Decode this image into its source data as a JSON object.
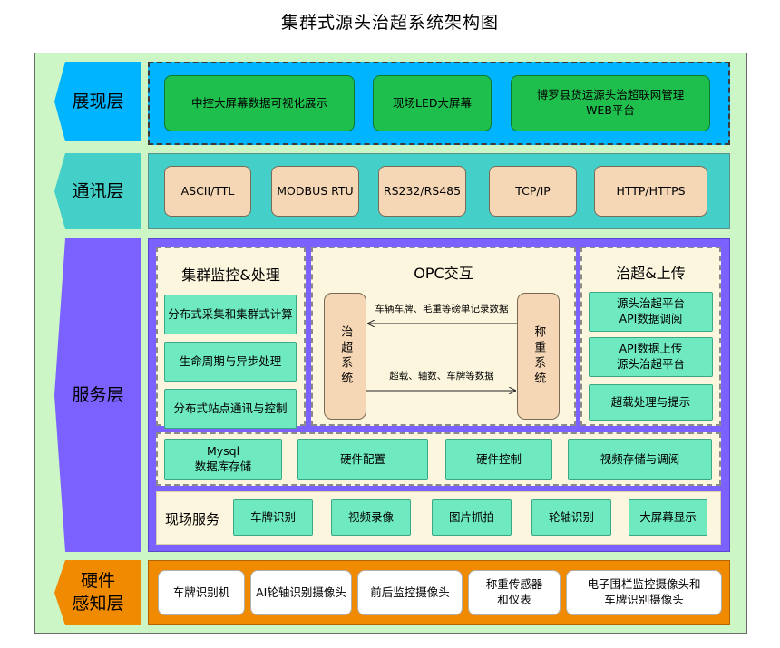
{
  "title": "集群式源头治超系统架构图",
  "layers": {
    "presentation": {
      "label": "展现层",
      "items": [
        "中控大屏幕数据可视化展示",
        "现场LED大屏幕",
        "博罗县货运源头治超联网管理\nWEB平台"
      ]
    },
    "communication": {
      "label": "通讯层",
      "items": [
        "ASCII/TTL",
        "MODBUS RTU",
        "RS232/RS485",
        "TCP/IP",
        "HTTP/HTTPS"
      ]
    },
    "service": {
      "label": "服务层",
      "cluster": {
        "title": "集群监控&处理",
        "items": [
          "分布式采集和集群式计算",
          "生命周期与异步处理",
          "分布式站点通讯与控制"
        ]
      },
      "opc": {
        "title": "OPC交互",
        "left_system": "治超系统",
        "right_system": "称重系统",
        "arrow_top": "车辆车牌、毛重等磅单记录数据",
        "arrow_bottom": "超载、轴数、车牌等数据"
      },
      "upload": {
        "title": "治超&上传",
        "items": [
          "源头治超平台\nAPI数据调阅",
          "API数据上传\n源头治超平台",
          "超载处理与提示"
        ]
      },
      "infra": [
        "Mysql\n数据库存储",
        "硬件配置",
        "硬件控制",
        "视频存储与调阅"
      ],
      "onsite": {
        "label": "现场服务",
        "items": [
          "车牌识别",
          "视频录像",
          "图片抓拍",
          "轮轴识别",
          "大屏幕显示"
        ]
      }
    },
    "hardware": {
      "label": "硬件\n感知层",
      "items": [
        "车牌识别机",
        "AI轮轴识别摄像头",
        "前后监控摄像头",
        "称重传感器\n和仪表",
        "电子围栏监控摄像头和\n车牌识别摄像头"
      ]
    }
  },
  "colors": {
    "background": "#cdf6c7",
    "presentation": "#00b4ff",
    "communication": "#44cfc9",
    "service": "#7b61ff",
    "hardware": "#f08a00",
    "green_box": "#1fbf4e",
    "tan_box": "#f5d7b6",
    "mint_box": "#6ee9c0"
  }
}
